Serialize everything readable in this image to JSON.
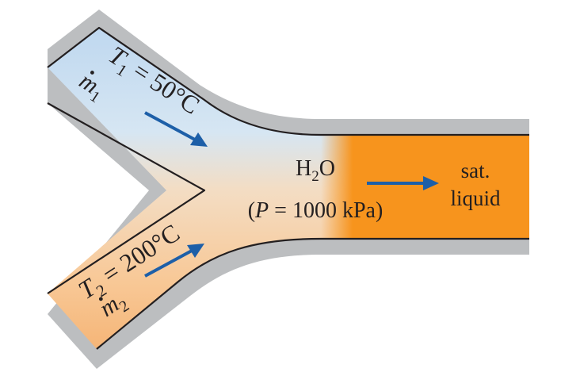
{
  "diagram": {
    "inlet1": {
      "temperature_label": "T",
      "temperature_sub": "1",
      "temperature_value": " = 50°C",
      "mass_flow_symbol": "m",
      "mass_flow_sub": "1"
    },
    "inlet2": {
      "temperature_label": "T",
      "temperature_sub": "2",
      "temperature_value": " = 200°C",
      "mass_flow_symbol": "m",
      "mass_flow_sub": "2"
    },
    "chamber": {
      "fluid_main": "H",
      "fluid_sub": "2",
      "fluid_tail": "O",
      "pressure_open": "(",
      "pressure_symbol": "P",
      "pressure_value": " = 1000 kPa)"
    },
    "outlet": {
      "state_line1": "sat.",
      "state_line2": "liquid"
    },
    "colors": {
      "pipe_wall": "#bcbec0",
      "pipe_outline": "#231f20",
      "cold_stream": "#c5dbf0",
      "hot_stream": "#f5c08a",
      "saturated_liquid": "#f7941d",
      "arrow": "#1d5fa8"
    }
  }
}
